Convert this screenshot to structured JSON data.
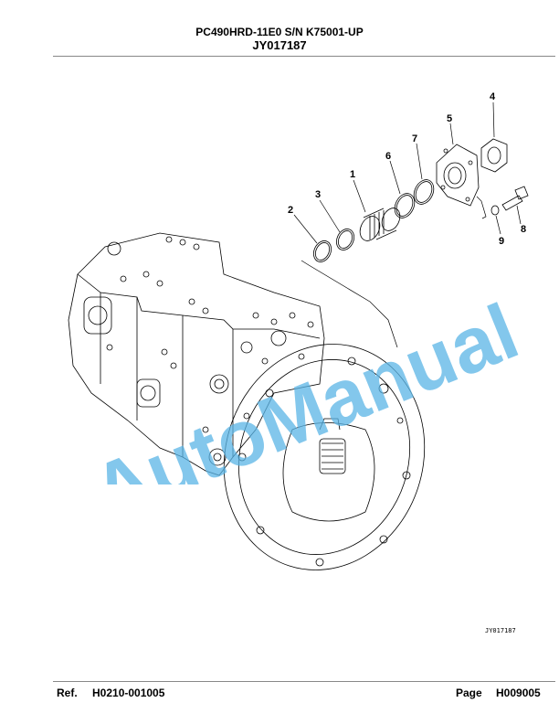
{
  "header": {
    "model": "PC490HRD-11E0 S/N K75001-UP",
    "drawing": "JY017187"
  },
  "diagram": {
    "callouts": [
      "1",
      "2",
      "3",
      "4",
      "5",
      "6",
      "7",
      "8",
      "9"
    ],
    "drawing_code": "JY017187"
  },
  "watermark": {
    "text": "AutoManual",
    "color": "#5ab4e6"
  },
  "footer": {
    "ref_label": "Ref.",
    "ref_value": "H0210-001005",
    "page_label": "Page",
    "page_value": "H009005"
  }
}
